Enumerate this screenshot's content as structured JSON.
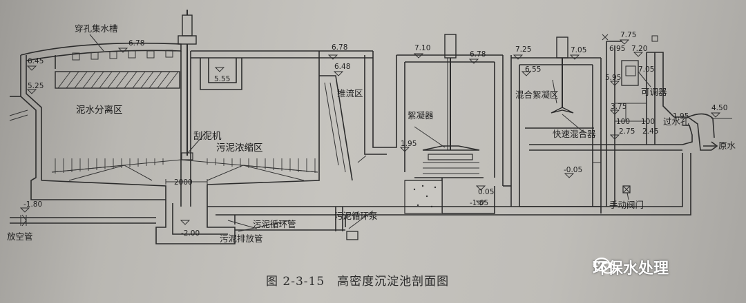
{
  "labels": {
    "perforated_trough": "穿孔集水槽",
    "separation_zone": "泥水分离区",
    "scraper": "刮泥机",
    "thickening_zone": "污泥浓缩区",
    "push_flow_zone": "推流区",
    "flocculator": "絮凝器",
    "mixing_flocc_zone": "混合絮凝区",
    "rapid_mixer": "快速混合器",
    "adjustable_weir": "可调器",
    "orifice": "过水孔",
    "raw_water": "原水",
    "manual_valve": "手动阀门",
    "sludge_recirc_pump": "污泥循环泵",
    "sludge_recirc_pipe": "污泥循环管",
    "sludge_discharge_pipe": "污泥排放管",
    "drain_pipe": "放空管",
    "dim_2000": "2000",
    "dim_100a": "100",
    "dim_100b": "100"
  },
  "elevations": {
    "e645": "6.45",
    "e525": "5.25",
    "e678a": "6.78",
    "e678b": "6.78",
    "e678c": "6.78",
    "e555": "5.55",
    "e648": "6.48",
    "e710": "7.10",
    "e725": "7.25",
    "e655": "6.55",
    "e705a": "7.05",
    "e775": "7.75",
    "e695": "6.95",
    "e720": "7.20",
    "e705b": "7.05",
    "e595": "5.95",
    "e375": "3.75",
    "e275": "2.75",
    "e245": "2.45",
    "e195a": "1.95",
    "e195b": "1.95",
    "e450": "4.50",
    "em005": "-0.05",
    "e005": "0.05",
    "em165": "-1.65",
    "em180": "-1.80",
    "em200": "-2.00"
  },
  "caption": {
    "figure_no": "图 2-3-15",
    "title": "高密度沉淀池剖面图"
  },
  "watermark": {
    "text": "环保水处理",
    "icon": "wechat-icon"
  }
}
